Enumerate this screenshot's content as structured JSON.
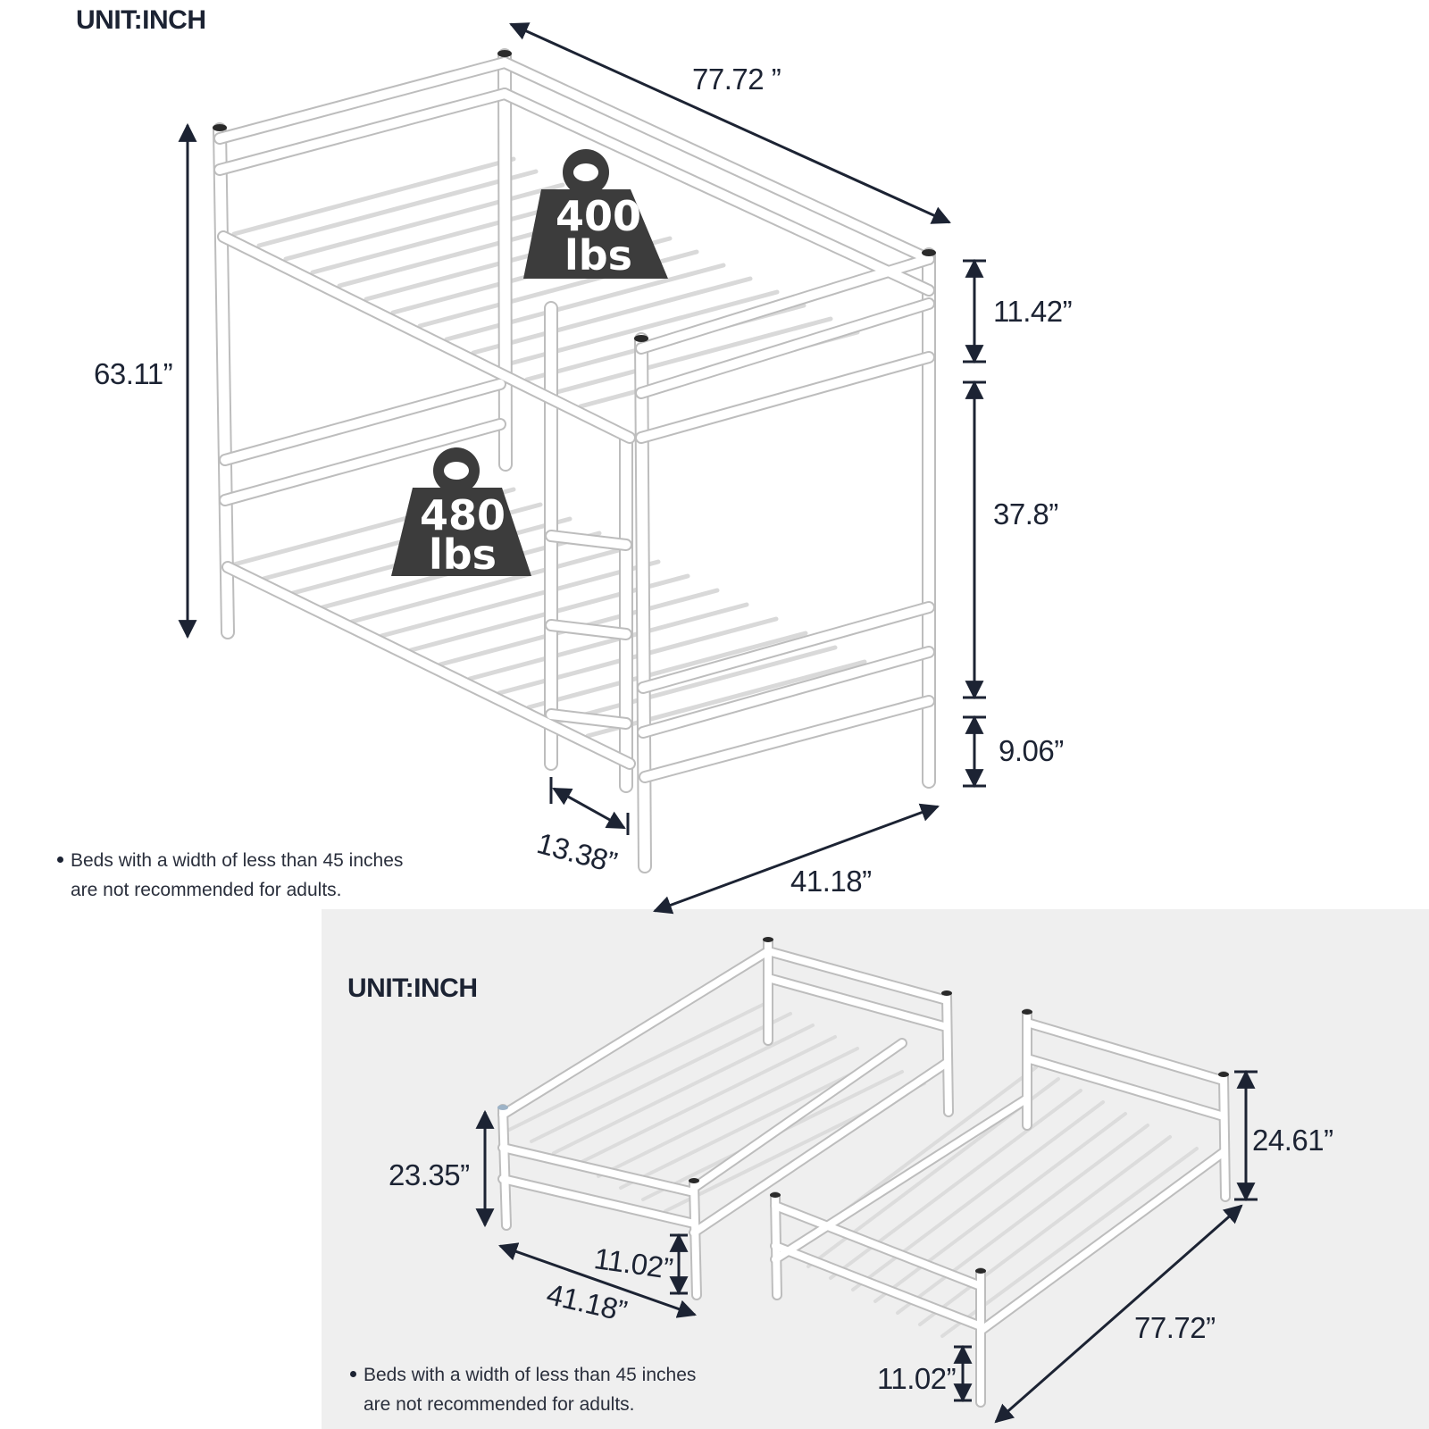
{
  "top_panel": {
    "unit_label": "UNIT:INCH",
    "dimensions": {
      "length": "77.72 ”",
      "total_height": "63.11”",
      "top_guardrail": "11.42”",
      "bunk_spacing": "37.8”",
      "bottom_clearance": "9.06”",
      "ladder_width": "13.38”",
      "width": "41.18”"
    },
    "weight_top": {
      "value": "400",
      "unit": "lbs"
    },
    "weight_bottom": {
      "value": "480",
      "unit": "lbs"
    },
    "note_line1": "Beds with a width of less than 45 inches",
    "note_line2": "are not recommended for adults."
  },
  "bottom_panel": {
    "unit_label": "UNIT:INCH",
    "dimensions": {
      "left_height": "23.35”",
      "left_clearance": "11.02”",
      "left_width": "41.18”",
      "right_height": "24.61”",
      "right_length": "77.72”",
      "right_clearance": "11.02”"
    },
    "note_line1": "Beds with a width of less than 45 inches",
    "note_line2": "are not recommended for adults."
  },
  "colors": {
    "frame": "#ffffff",
    "frame_edge": "#c9c9c9",
    "ink": "#1c2333",
    "weight_fill": "#3c3c3c",
    "panel_bg": "#efefef"
  }
}
